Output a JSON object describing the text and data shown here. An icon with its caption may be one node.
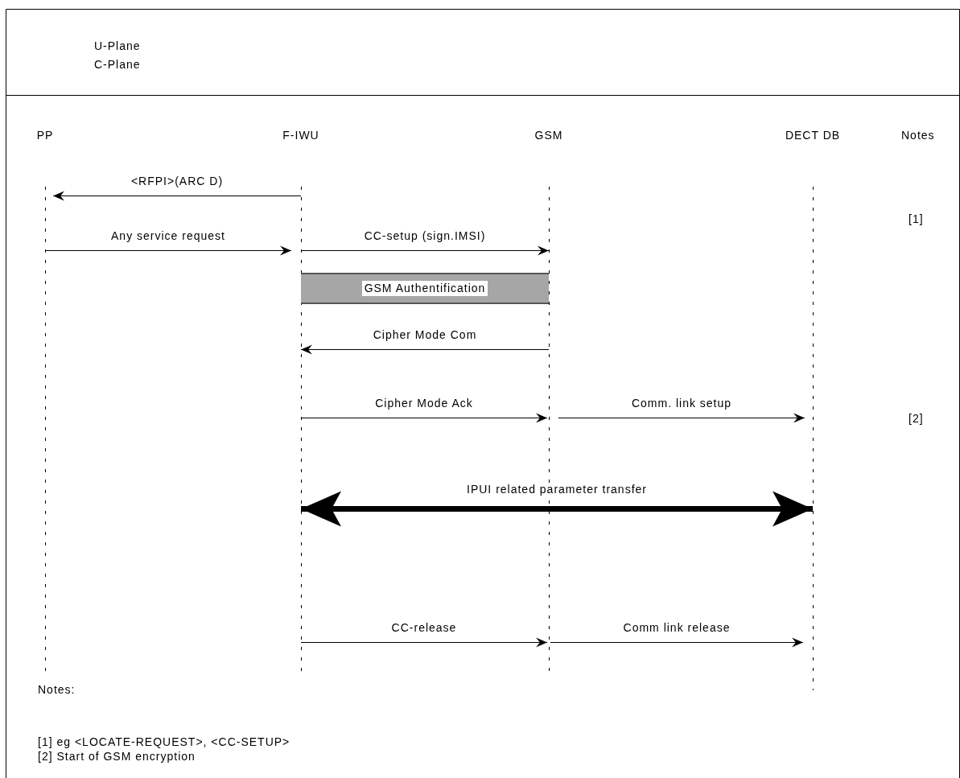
{
  "diagram": {
    "nodes": [
      {
        "text": [
          "PP"
        ]
      },
      {
        "text": [
          "F-IWU"
        ]
      },
      {
        "text": [
          "GSM"
        ]
      },
      {
        "text": [
          "DECT DB"
        ]
      },
      {
        "text": [
          "GSM Authentification"
        ]
      }
    ],
    "edges": [
      {
        "from": 1,
        "to": 0,
        "arrow": "to",
        "label": "<RFPI>(ARC D)"
      },
      {
        "from": 0,
        "to": 1,
        "arrow": "to",
        "label": "Any service request"
      },
      {
        "from": 1,
        "to": 2,
        "arrow": "to",
        "label": "CC-setup (sign.IMSI)"
      },
      {
        "from": 2,
        "to": 1,
        "arrow": "to",
        "label": "Cipher Mode Com"
      },
      {
        "from": 1,
        "to": 2,
        "arrow": "to",
        "label": "Cipher Mode Ack"
      },
      {
        "from": 2,
        "to": 3,
        "arrow": "to",
        "label": "Comm. link setup"
      },
      {
        "from": 1,
        "to": 3,
        "arrow": "both",
        "label": "IPUI related parameter transfer",
        "style": "thick"
      },
      {
        "from": 1,
        "to": 2,
        "arrow": "to",
        "label": "CC-release"
      },
      {
        "from": 2,
        "to": 3,
        "arrow": "to",
        "label": "Comm link release"
      }
    ],
    "labels": [
      "U-Plane",
      "C-Plane",
      "Notes",
      "[1]",
      "[2]",
      "Notes:",
      "[1] eg <LOCATE-REQUEST>, <CC-SETUP>",
      "[2] Start of GSM encryption"
    ]
  }
}
